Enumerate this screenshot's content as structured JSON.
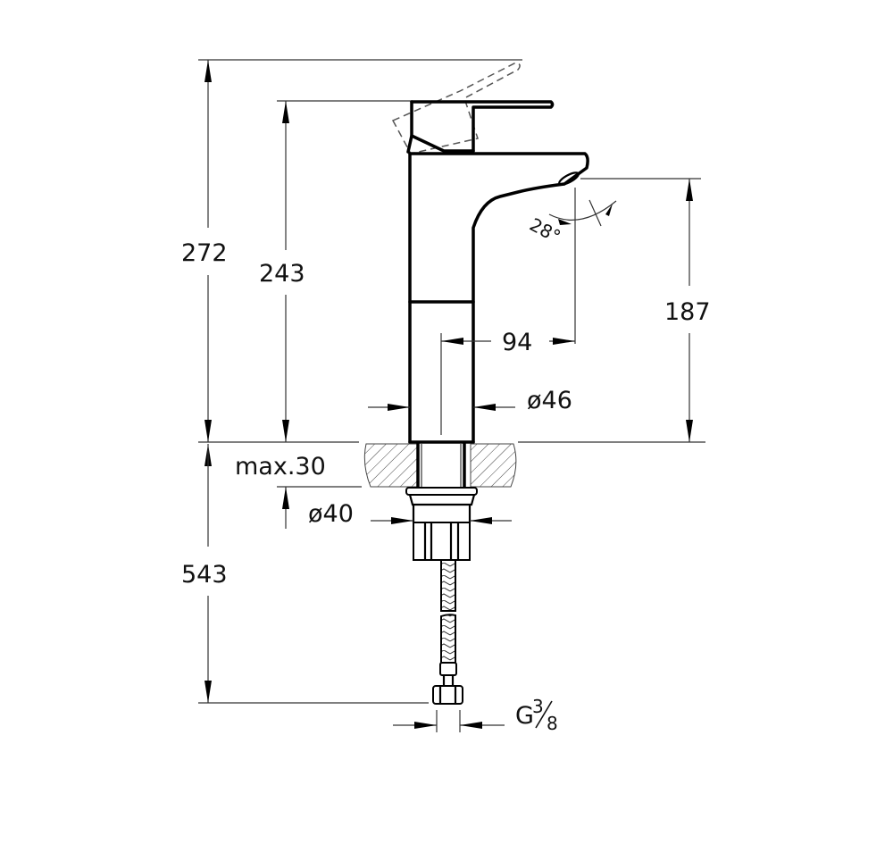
{
  "drawing": {
    "subject": "Single-lever basin mixer technical drawing",
    "dimensions": {
      "total_height_with_lever_open": "272",
      "body_height": "243",
      "spout_height": "187",
      "spout_reach": "94",
      "body_diameter": "ø46",
      "max_countertop_thickness": "max.30",
      "mounting_hole_diameter": "ø40",
      "hose_length": "543",
      "spout_angle": "28°",
      "connection_thread_prefix": "G",
      "connection_thread_num": "3",
      "connection_thread_den": "8"
    }
  }
}
